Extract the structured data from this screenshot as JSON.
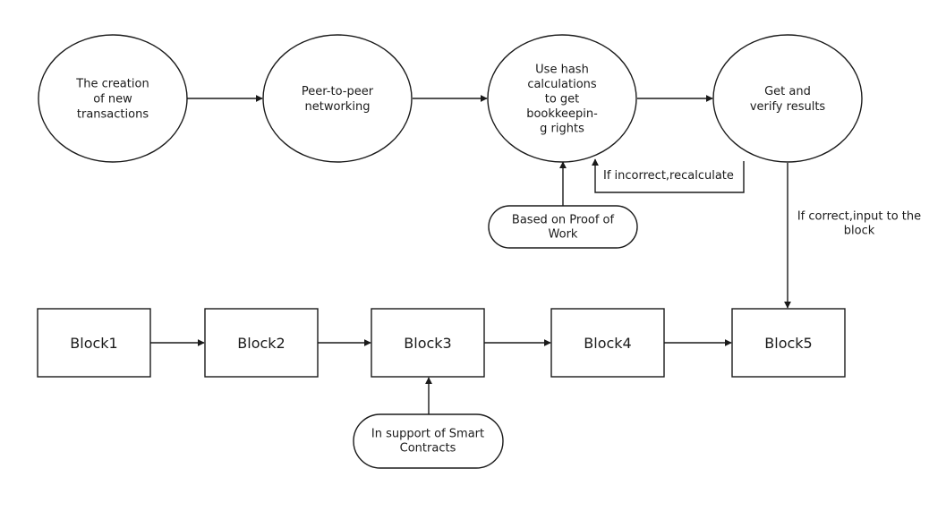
{
  "process": {
    "creation": {
      "lines": [
        "The creation",
        "of new",
        "transactions"
      ]
    },
    "p2p": {
      "lines": [
        "Peer-to-peer",
        "networking"
      ]
    },
    "hash": {
      "lines": [
        "Use hash",
        "calculations",
        "to get",
        "bookkeepin-",
        "g rights"
      ]
    },
    "verify": {
      "lines": [
        "Get and",
        "verify results"
      ]
    },
    "pow": {
      "lines": [
        "Based on Proof of",
        "Work"
      ]
    }
  },
  "chain": {
    "block1": {
      "label": "Block1"
    },
    "block2": {
      "label": "Block2"
    },
    "block3": {
      "label": "Block3"
    },
    "block4": {
      "label": "Block4"
    },
    "block5": {
      "label": "Block5"
    },
    "smart": {
      "lines": [
        "In support of Smart",
        "Contracts"
      ]
    }
  },
  "edge_labels": {
    "incorrect": "If incorrect,recalculate",
    "correct": [
      "If correct,input to the",
      "block"
    ]
  },
  "colors": {
    "stroke": "#1a1a1a",
    "fill": "#ffffff",
    "text": "#1a1a1a"
  }
}
